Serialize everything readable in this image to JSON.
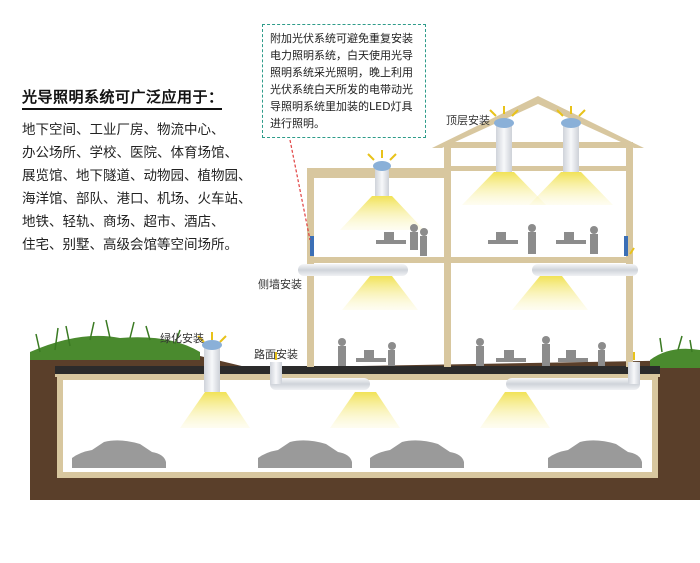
{
  "heading": "光导照明系统可广泛应用于：",
  "venue_lines": [
    "地下空间、工业厂房、物流中心、",
    "办公场所、学校、医院、体育场馆、",
    "展览馆、地下隧道、动物园、植物园、",
    "海洋馆、部队、港口、机场、火车站、",
    "地铁、轻轨、商场、超市、酒店、",
    "住宅、别墅、高级会馆等空间场所。"
  ],
  "note": "附加光伏系统可避免重复安装电力照明系统，白天使用光导照明系统采光照明，晚上利用光伏系统白天所发的电带动光导照明系统里加装的LED灯具进行照明。",
  "labels": {
    "roof": "顶层安装",
    "side_wall": "侧墙安装",
    "greening": "绿化安装",
    "road_surface": "路面安装"
  },
  "colors": {
    "wall": "#d8c79f",
    "wall_stroke": "#c4b07e",
    "soil": "#5a3f2a",
    "grass": "#4a8a2e",
    "light": "#f4ec80",
    "pipe": "#e6e8ec",
    "note_border": "#2e9c8a",
    "car": "#9a9a9a"
  }
}
